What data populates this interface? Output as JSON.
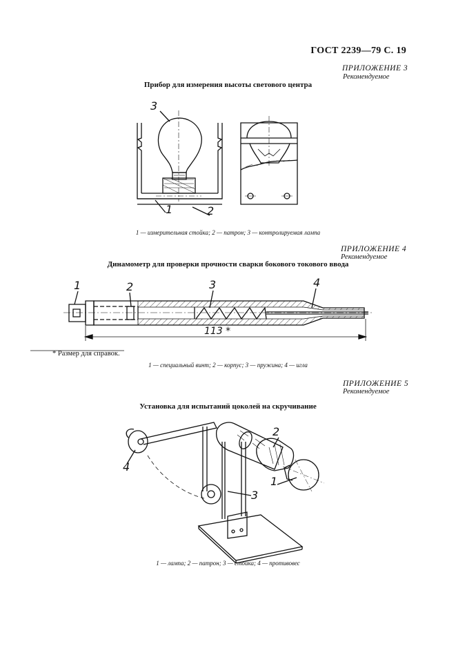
{
  "header": {
    "standard": "ГОСТ 2239—79 С. 19"
  },
  "appendix3": {
    "label": "ПРИЛОЖЕНИЕ 3",
    "status": "Рекомендуемое",
    "title": "Прибор для измерения высоты светового центра",
    "callouts": [
      "3",
      "1",
      "2"
    ],
    "caption": "1 — измерительная стойка; 2 — патрон; 3 — контролируемая лампа"
  },
  "appendix4": {
    "label": "ПРИЛОЖЕНИЕ 4",
    "status": "Рекомендуемое",
    "title": "Динамометр для проверки прочности сварки бокового токового ввода",
    "callouts": [
      "1",
      "2",
      "3",
      "4"
    ],
    "dimension": "113 *",
    "footnote": "* Размер для справок.",
    "caption": "1 — специальный винт; 2 — корпус; 3 — пружина; 4 — игла"
  },
  "appendix5": {
    "label": "ПРИЛОЖЕНИЕ 5",
    "status": "Рекомендуемое",
    "title": "Установка для испытаний цоколей на скручивание",
    "callouts": [
      "2",
      "4",
      "1",
      "3"
    ],
    "caption": "1 — лампа; 2 — патрон; 3 — стойка; 4 — противовес"
  }
}
